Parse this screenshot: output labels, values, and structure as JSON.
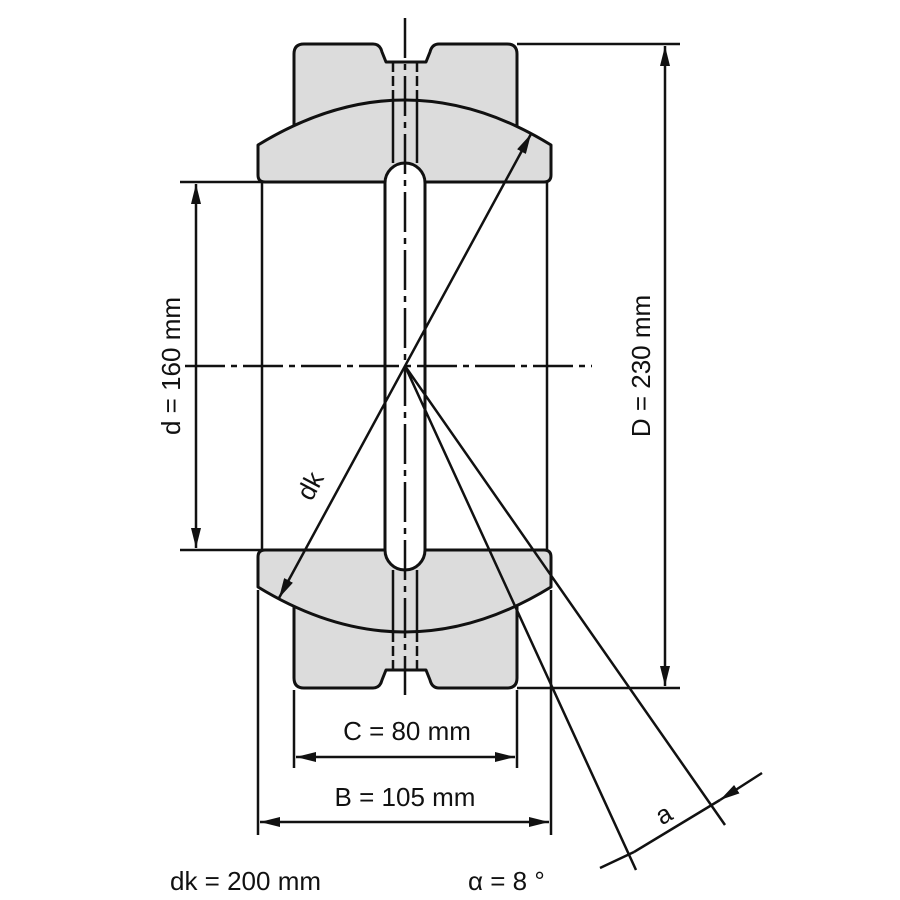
{
  "labels": {
    "d": "d = 160 mm",
    "D": "D = 230 mm",
    "C": "C = 80 mm",
    "B": "B = 105 mm",
    "dk_line": "dk",
    "a_line": "a",
    "dk_value": "dk = 200 mm",
    "alpha_value": "α = 8 °"
  },
  "colors": {
    "fill": "#dcdcdc",
    "line": "#111111"
  }
}
